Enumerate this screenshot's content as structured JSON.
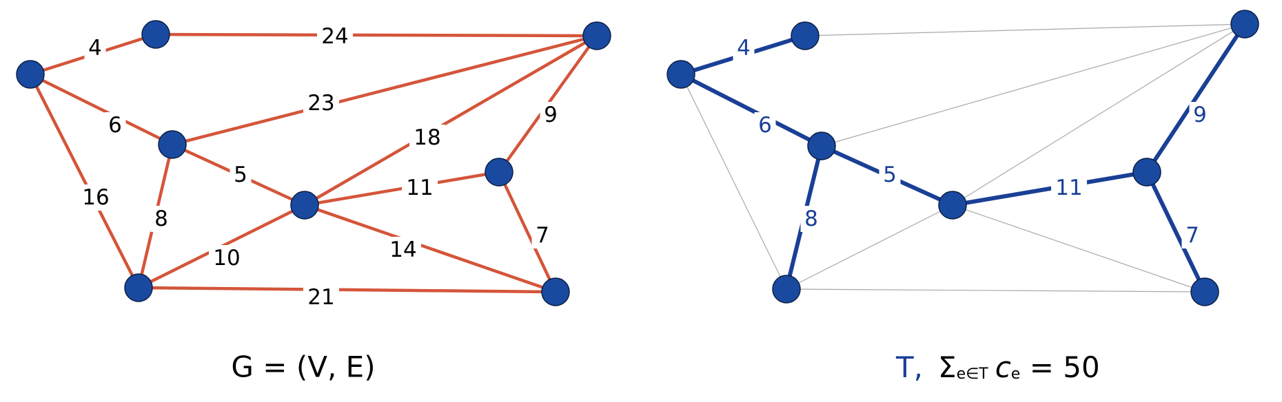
{
  "graph_panel": {
    "caption": "G = (V, E)",
    "edge_color": "#d4553a",
    "node_color": "#1a4aa0",
    "node_stroke": "#0b1e44",
    "label_color": "#000000",
    "nodes": [
      "a",
      "b",
      "c",
      "d",
      "e",
      "f",
      "g",
      "h",
      "i"
    ],
    "edges": [
      {
        "from": "a",
        "to": "b",
        "weight": "4"
      },
      {
        "from": "b",
        "to": "c",
        "weight": "24"
      },
      {
        "from": "d",
        "to": "c",
        "weight": "23"
      },
      {
        "from": "e",
        "to": "c",
        "weight": "18"
      },
      {
        "from": "f",
        "to": "c",
        "weight": "9"
      },
      {
        "from": "a",
        "to": "d",
        "weight": "6"
      },
      {
        "from": "a",
        "to": "h",
        "weight": "16"
      },
      {
        "from": "d",
        "to": "e",
        "weight": "5"
      },
      {
        "from": "d",
        "to": "h",
        "weight": "8"
      },
      {
        "from": "e",
        "to": "f",
        "weight": "11"
      },
      {
        "from": "e",
        "to": "h",
        "weight": "10"
      },
      {
        "from": "e",
        "to": "i",
        "weight": "14"
      },
      {
        "from": "f",
        "to": "i",
        "weight": "7"
      },
      {
        "from": "h",
        "to": "i",
        "weight": "21"
      }
    ]
  },
  "tree_panel": {
    "caption_T": "T",
    "caption_comma": ",",
    "caption_sigma": "Σ",
    "caption_subscript": "e∈T",
    "caption_c": "c",
    "caption_c_sub": "e",
    "caption_rest": " = 50",
    "tree_color": "#1a3f96",
    "non_tree_color": "#a8a8a8",
    "tree_edges": [
      {
        "from": "a",
        "to": "b",
        "weight": "4"
      },
      {
        "from": "a",
        "to": "d",
        "weight": "6"
      },
      {
        "from": "d",
        "to": "e",
        "weight": "5"
      },
      {
        "from": "d",
        "to": "h",
        "weight": "8"
      },
      {
        "from": "e",
        "to": "f",
        "weight": "11"
      },
      {
        "from": "f",
        "to": "c",
        "weight": "9"
      },
      {
        "from": "f",
        "to": "i",
        "weight": "7"
      }
    ],
    "non_tree_edges": [
      {
        "from": "b",
        "to": "c"
      },
      {
        "from": "d",
        "to": "c"
      },
      {
        "from": "e",
        "to": "c"
      },
      {
        "from": "a",
        "to": "h"
      },
      {
        "from": "e",
        "to": "h"
      },
      {
        "from": "e",
        "to": "i"
      },
      {
        "from": "h",
        "to": "i"
      }
    ]
  }
}
